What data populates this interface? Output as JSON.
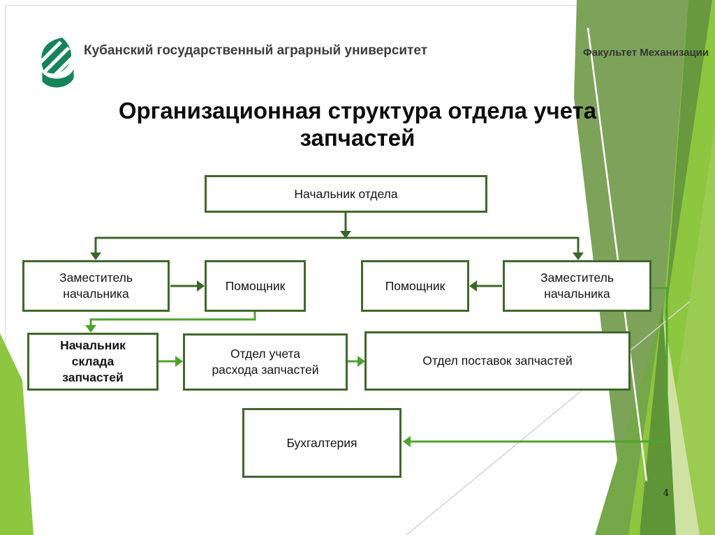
{
  "header": {
    "university": {
      "logo_icon": "leaf-logo-icon",
      "line1": "Кубанский государственный",
      "line2": "аграрный университет"
    },
    "faculty": {
      "line1": "Факультет",
      "line2": "Механизации"
    }
  },
  "title": "Организационная структура отдела учета запчастей",
  "org_chart": {
    "nodes": {
      "head": {
        "label": "Начальник отдела",
        "lines": [
          "Начальник отдела"
        ]
      },
      "deputy_left": {
        "label": "Заместитель начальника",
        "lines": [
          "Заместитель",
          "начальника"
        ]
      },
      "assistant_left": {
        "label": "Помощник",
        "lines": [
          "Помощник"
        ]
      },
      "assistant_right": {
        "label": "Помощник",
        "lines": [
          "Помощник"
        ]
      },
      "deputy_right": {
        "label": "Заместитель начальника",
        "lines": [
          "Заместитель",
          "начальника"
        ]
      },
      "warehouse_head": {
        "label": "Начальник склада запчастей",
        "lines": [
          "Начальник",
          "склада",
          "запчастей"
        ]
      },
      "consumption_dept": {
        "label": "Отдел учета расхода запчастей",
        "lines": [
          "Отдел учета",
          "расхода запчастей"
        ]
      },
      "supply_dept": {
        "label": "Отдел поставок запчастей",
        "lines": [
          "Отдел поставок запчастей"
        ]
      },
      "accounting": {
        "label": "Бухгалтерия",
        "lines": [
          "Бухгалтерия"
        ]
      }
    }
  },
  "footer": {
    "page_number": "4"
  },
  "colors": {
    "box_border": "#40682a",
    "dark_connector": "#3c6727",
    "bright_connector": "#4da42d",
    "band_bright": "#8dc63f",
    "band_sage": "#7da35b",
    "band_dark": "#68993f",
    "band_medium": "#74a748",
    "band_pale": "#cfe2a4",
    "logo_green": "#15845b"
  }
}
